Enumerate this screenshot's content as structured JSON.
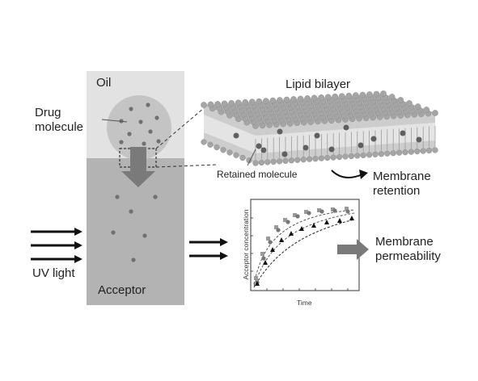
{
  "labels": {
    "oil": "Oil",
    "drug_molecule": "Drug molecule",
    "acceptor": "Acceptor",
    "uv_light": "UV light",
    "lipid_bilayer": "Lipid bilayer",
    "retained_molecule": "Retained molecule",
    "membrane_retention": "Membrane retention",
    "membrane_permeability": "Membrane permeability"
  },
  "inset_chart": {
    "xlabel": "Time",
    "ylabel": "Acceptor concentration"
  },
  "colors": {
    "oil_layer": "#e2e2e2",
    "acceptor_layer": "#b3b3b3",
    "droplet": "#c4c4c4",
    "molecule": "#6e6e6e",
    "lipid_head": "#a5a5a5",
    "arrow_gray": "#7a7a7a",
    "arrow_black": "#111111"
  },
  "icons": [
    "uv-arrow-icon",
    "membrane-permeability-arrow-icon",
    "retention-curved-arrow-icon",
    "diffusion-arrow-icon"
  ]
}
